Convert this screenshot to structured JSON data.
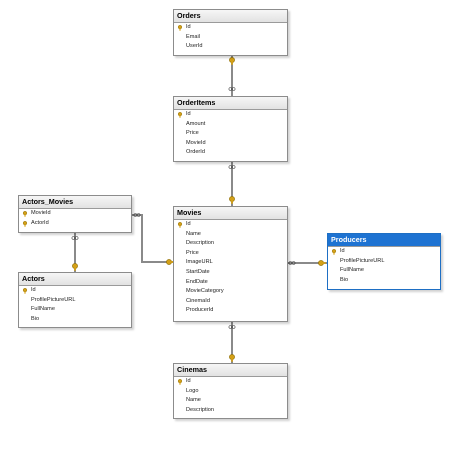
{
  "colors": {
    "connector": "#8a8a8a",
    "key_icon": "#d4a017",
    "selected_header": "#1e73d2"
  },
  "tables": {
    "orders": {
      "title": "Orders",
      "columns": [
        {
          "name": "Id",
          "pk": true
        },
        {
          "name": "Email",
          "pk": false
        },
        {
          "name": "UserId",
          "pk": false
        }
      ]
    },
    "orderitems": {
      "title": "OrderItems",
      "columns": [
        {
          "name": "Id",
          "pk": true
        },
        {
          "name": "Amount",
          "pk": false
        },
        {
          "name": "Price",
          "pk": false
        },
        {
          "name": "MovieId",
          "pk": false
        },
        {
          "name": "OrderId",
          "pk": false
        }
      ]
    },
    "actors_movies": {
      "title": "Actors_Movies",
      "columns": [
        {
          "name": "MovieId",
          "pk": true
        },
        {
          "name": "ActorId",
          "pk": true
        }
      ]
    },
    "actors": {
      "title": "Actors",
      "columns": [
        {
          "name": "Id",
          "pk": true
        },
        {
          "name": "ProfilePictureURL",
          "pk": false
        },
        {
          "name": "FullName",
          "pk": false
        },
        {
          "name": "Bio",
          "pk": false
        }
      ]
    },
    "movies": {
      "title": "Movies",
      "columns": [
        {
          "name": "Id",
          "pk": true
        },
        {
          "name": "Name",
          "pk": false
        },
        {
          "name": "Description",
          "pk": false
        },
        {
          "name": "Price",
          "pk": false
        },
        {
          "name": "ImageURL",
          "pk": false
        },
        {
          "name": "StartDate",
          "pk": false
        },
        {
          "name": "EndDate",
          "pk": false
        },
        {
          "name": "MovieCategory",
          "pk": false
        },
        {
          "name": "CinemaId",
          "pk": false
        },
        {
          "name": "ProducerId",
          "pk": false
        }
      ]
    },
    "producers": {
      "title": "Producers",
      "selected": true,
      "columns": [
        {
          "name": "Id",
          "pk": true
        },
        {
          "name": "ProfilePictureURL",
          "pk": false
        },
        {
          "name": "FullName",
          "pk": false
        },
        {
          "name": "Bio",
          "pk": false
        }
      ]
    },
    "cinemas": {
      "title": "Cinemas",
      "columns": [
        {
          "name": "Id",
          "pk": true
        },
        {
          "name": "Logo",
          "pk": false
        },
        {
          "name": "Name",
          "pk": false
        },
        {
          "name": "Description",
          "pk": false
        }
      ]
    }
  }
}
